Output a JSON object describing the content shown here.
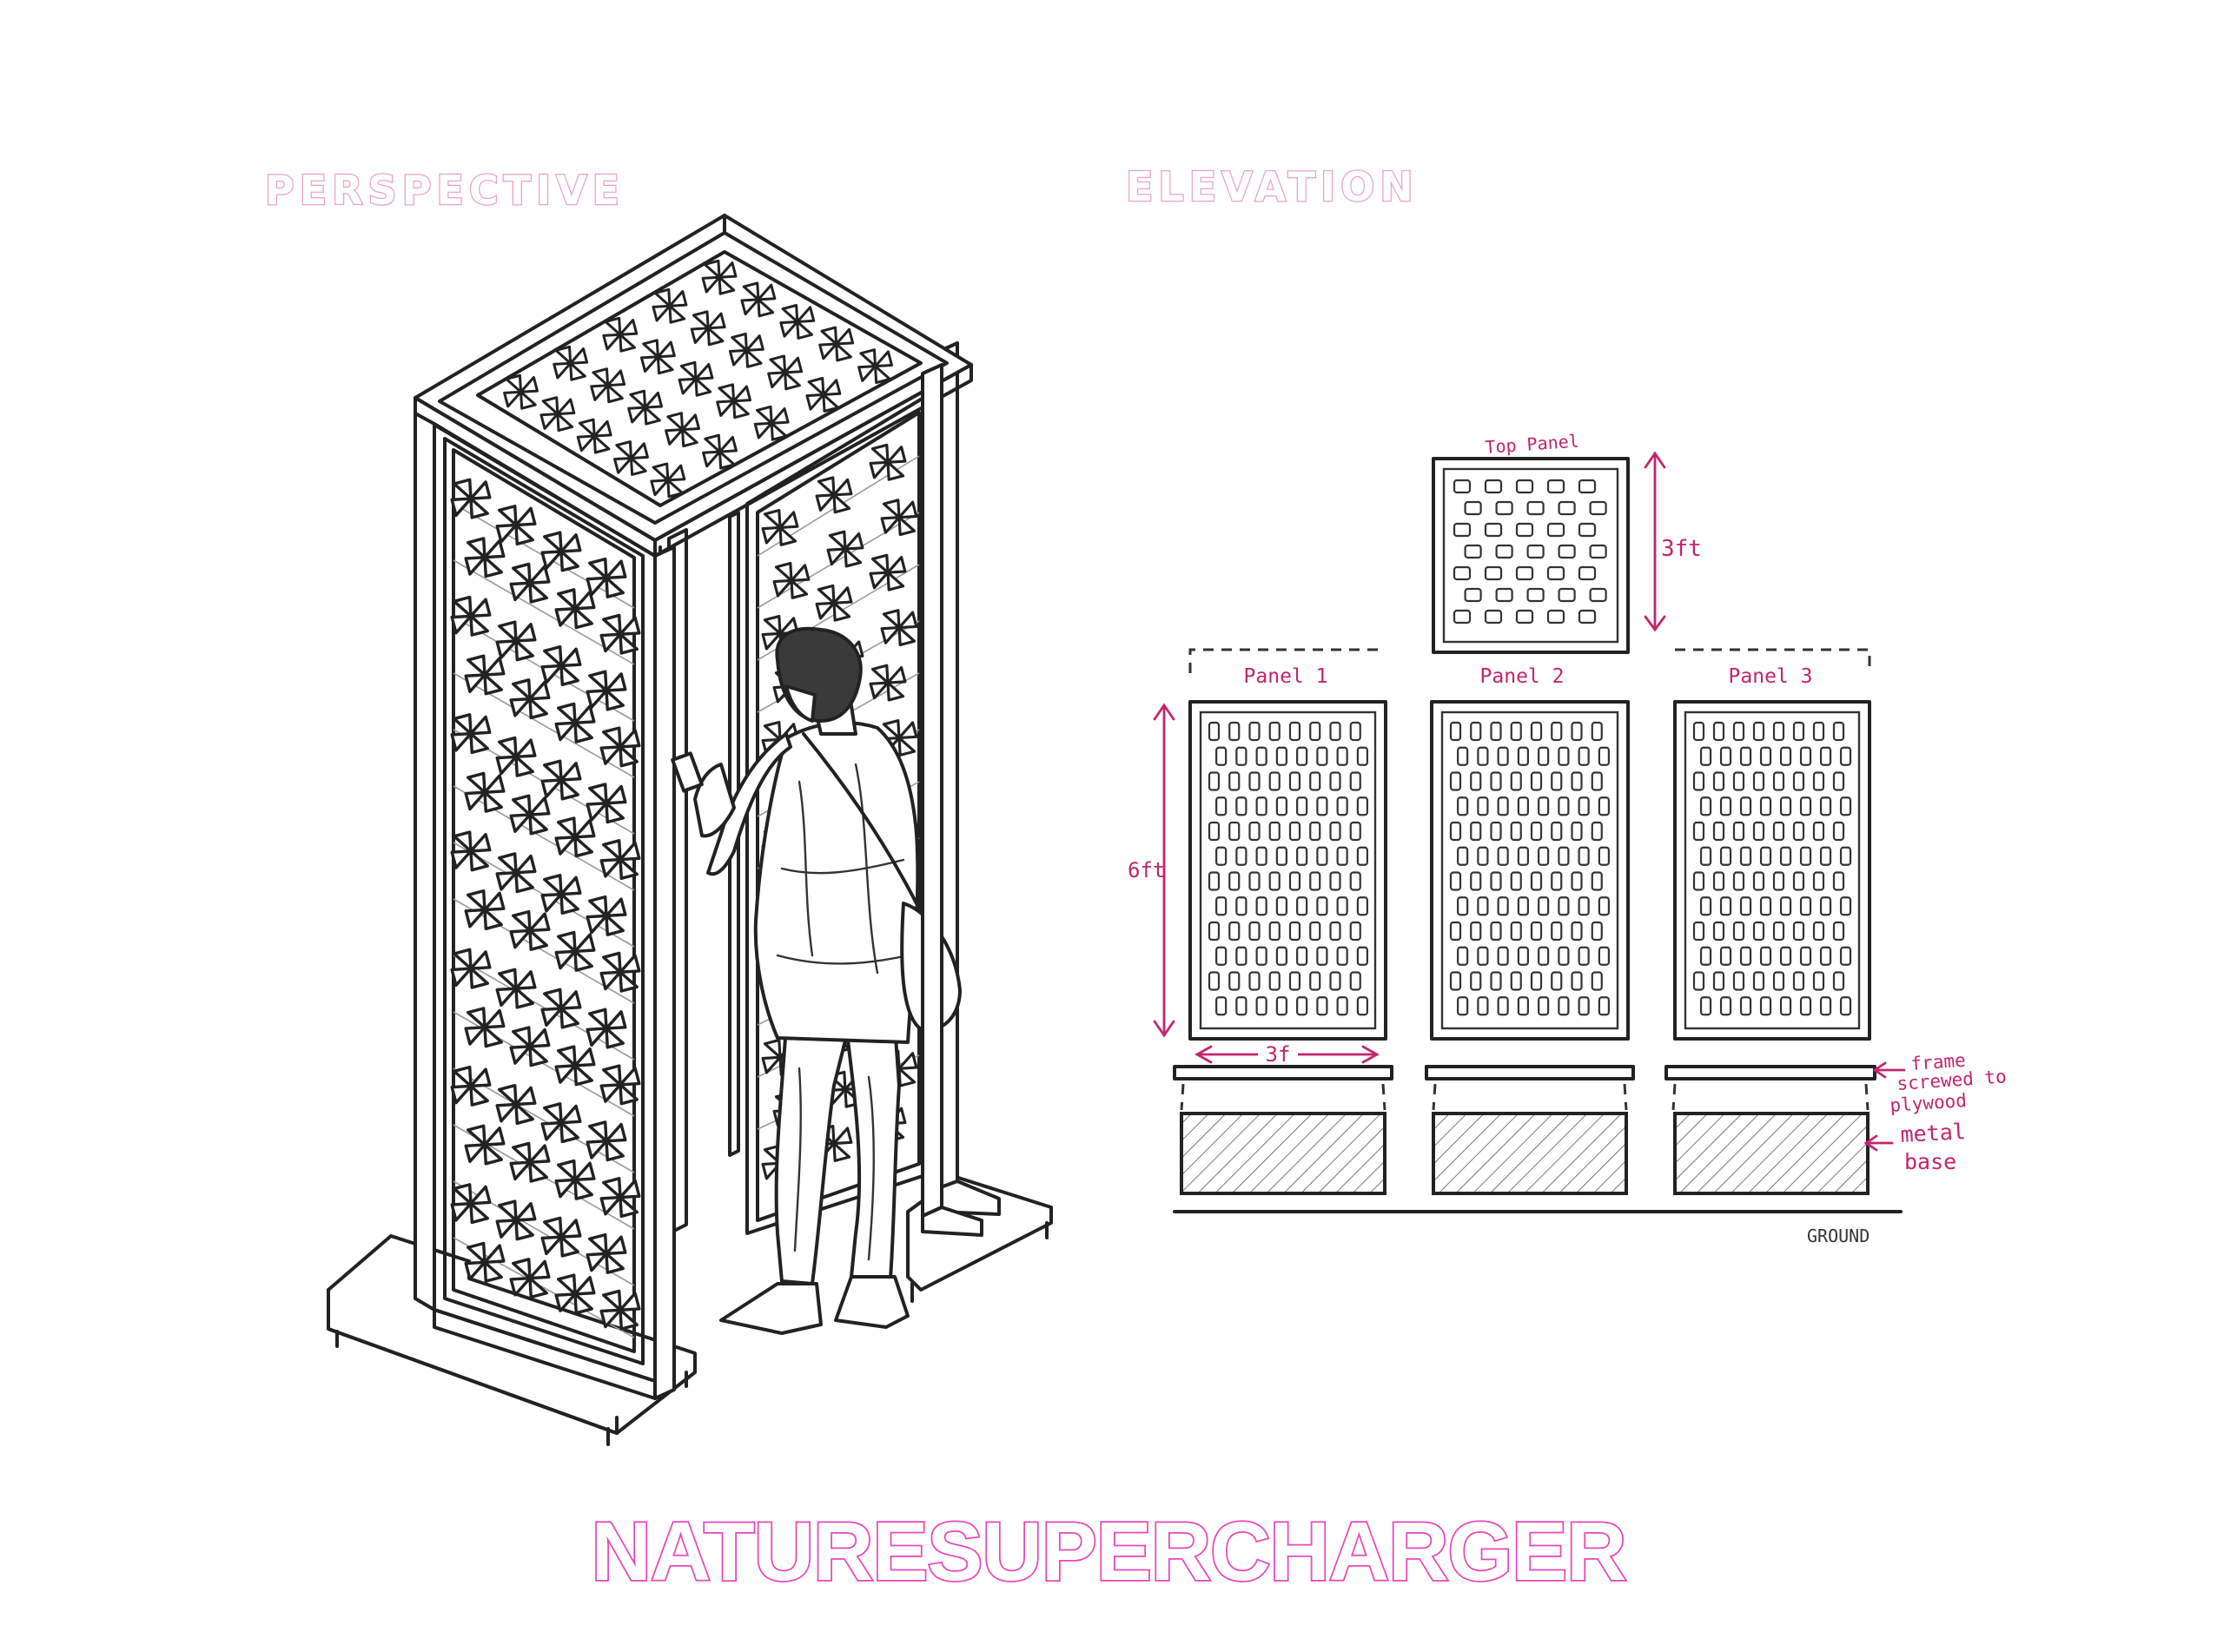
{
  "headings": {
    "perspective": "PERSPECTIVE",
    "elevation": "ELEVATION"
  },
  "brand": {
    "title": "NATURESUPERCHARGER"
  },
  "elevation": {
    "top_panel_label": "Top Panel",
    "top_panel_height": "3ft",
    "panels": [
      {
        "label": "Panel 1"
      },
      {
        "label": "Panel 2"
      },
      {
        "label": "Panel 3"
      }
    ],
    "panel_height": "6ft",
    "panel_width": "3f",
    "annotation_frame": [
      "frame",
      "screwed to",
      "plywood"
    ],
    "annotation_base": [
      "metal",
      "base"
    ],
    "ground_label": "GROUND"
  },
  "colors": {
    "heading_outline": "#e9a2c6",
    "brand_outline": "#ea46b9",
    "annotation": "#c2256e",
    "ink": "#222222"
  },
  "icons": {
    "structure": "booth-structure-illustration",
    "person": "person-figure-illustration"
  }
}
